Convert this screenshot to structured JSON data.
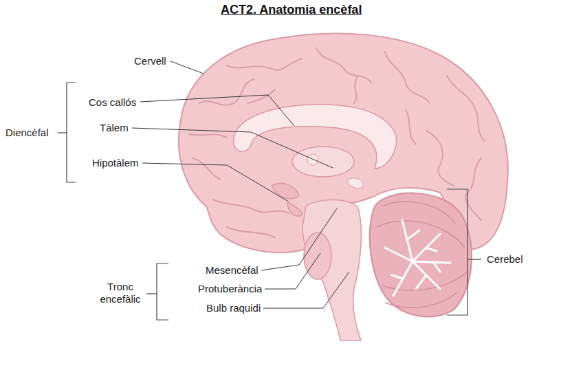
{
  "diagram": {
    "title": "ACT2. Anatomia encèfal",
    "labels": [
      "Cervell",
      "Cos callós",
      "Diencèfal",
      "Tàlem",
      "Hipotàlem",
      "Mesencèfal",
      "Protuberància",
      "Tronc encefàlic",
      "Bulb raquidi",
      "Cerebel"
    ]
  }
}
